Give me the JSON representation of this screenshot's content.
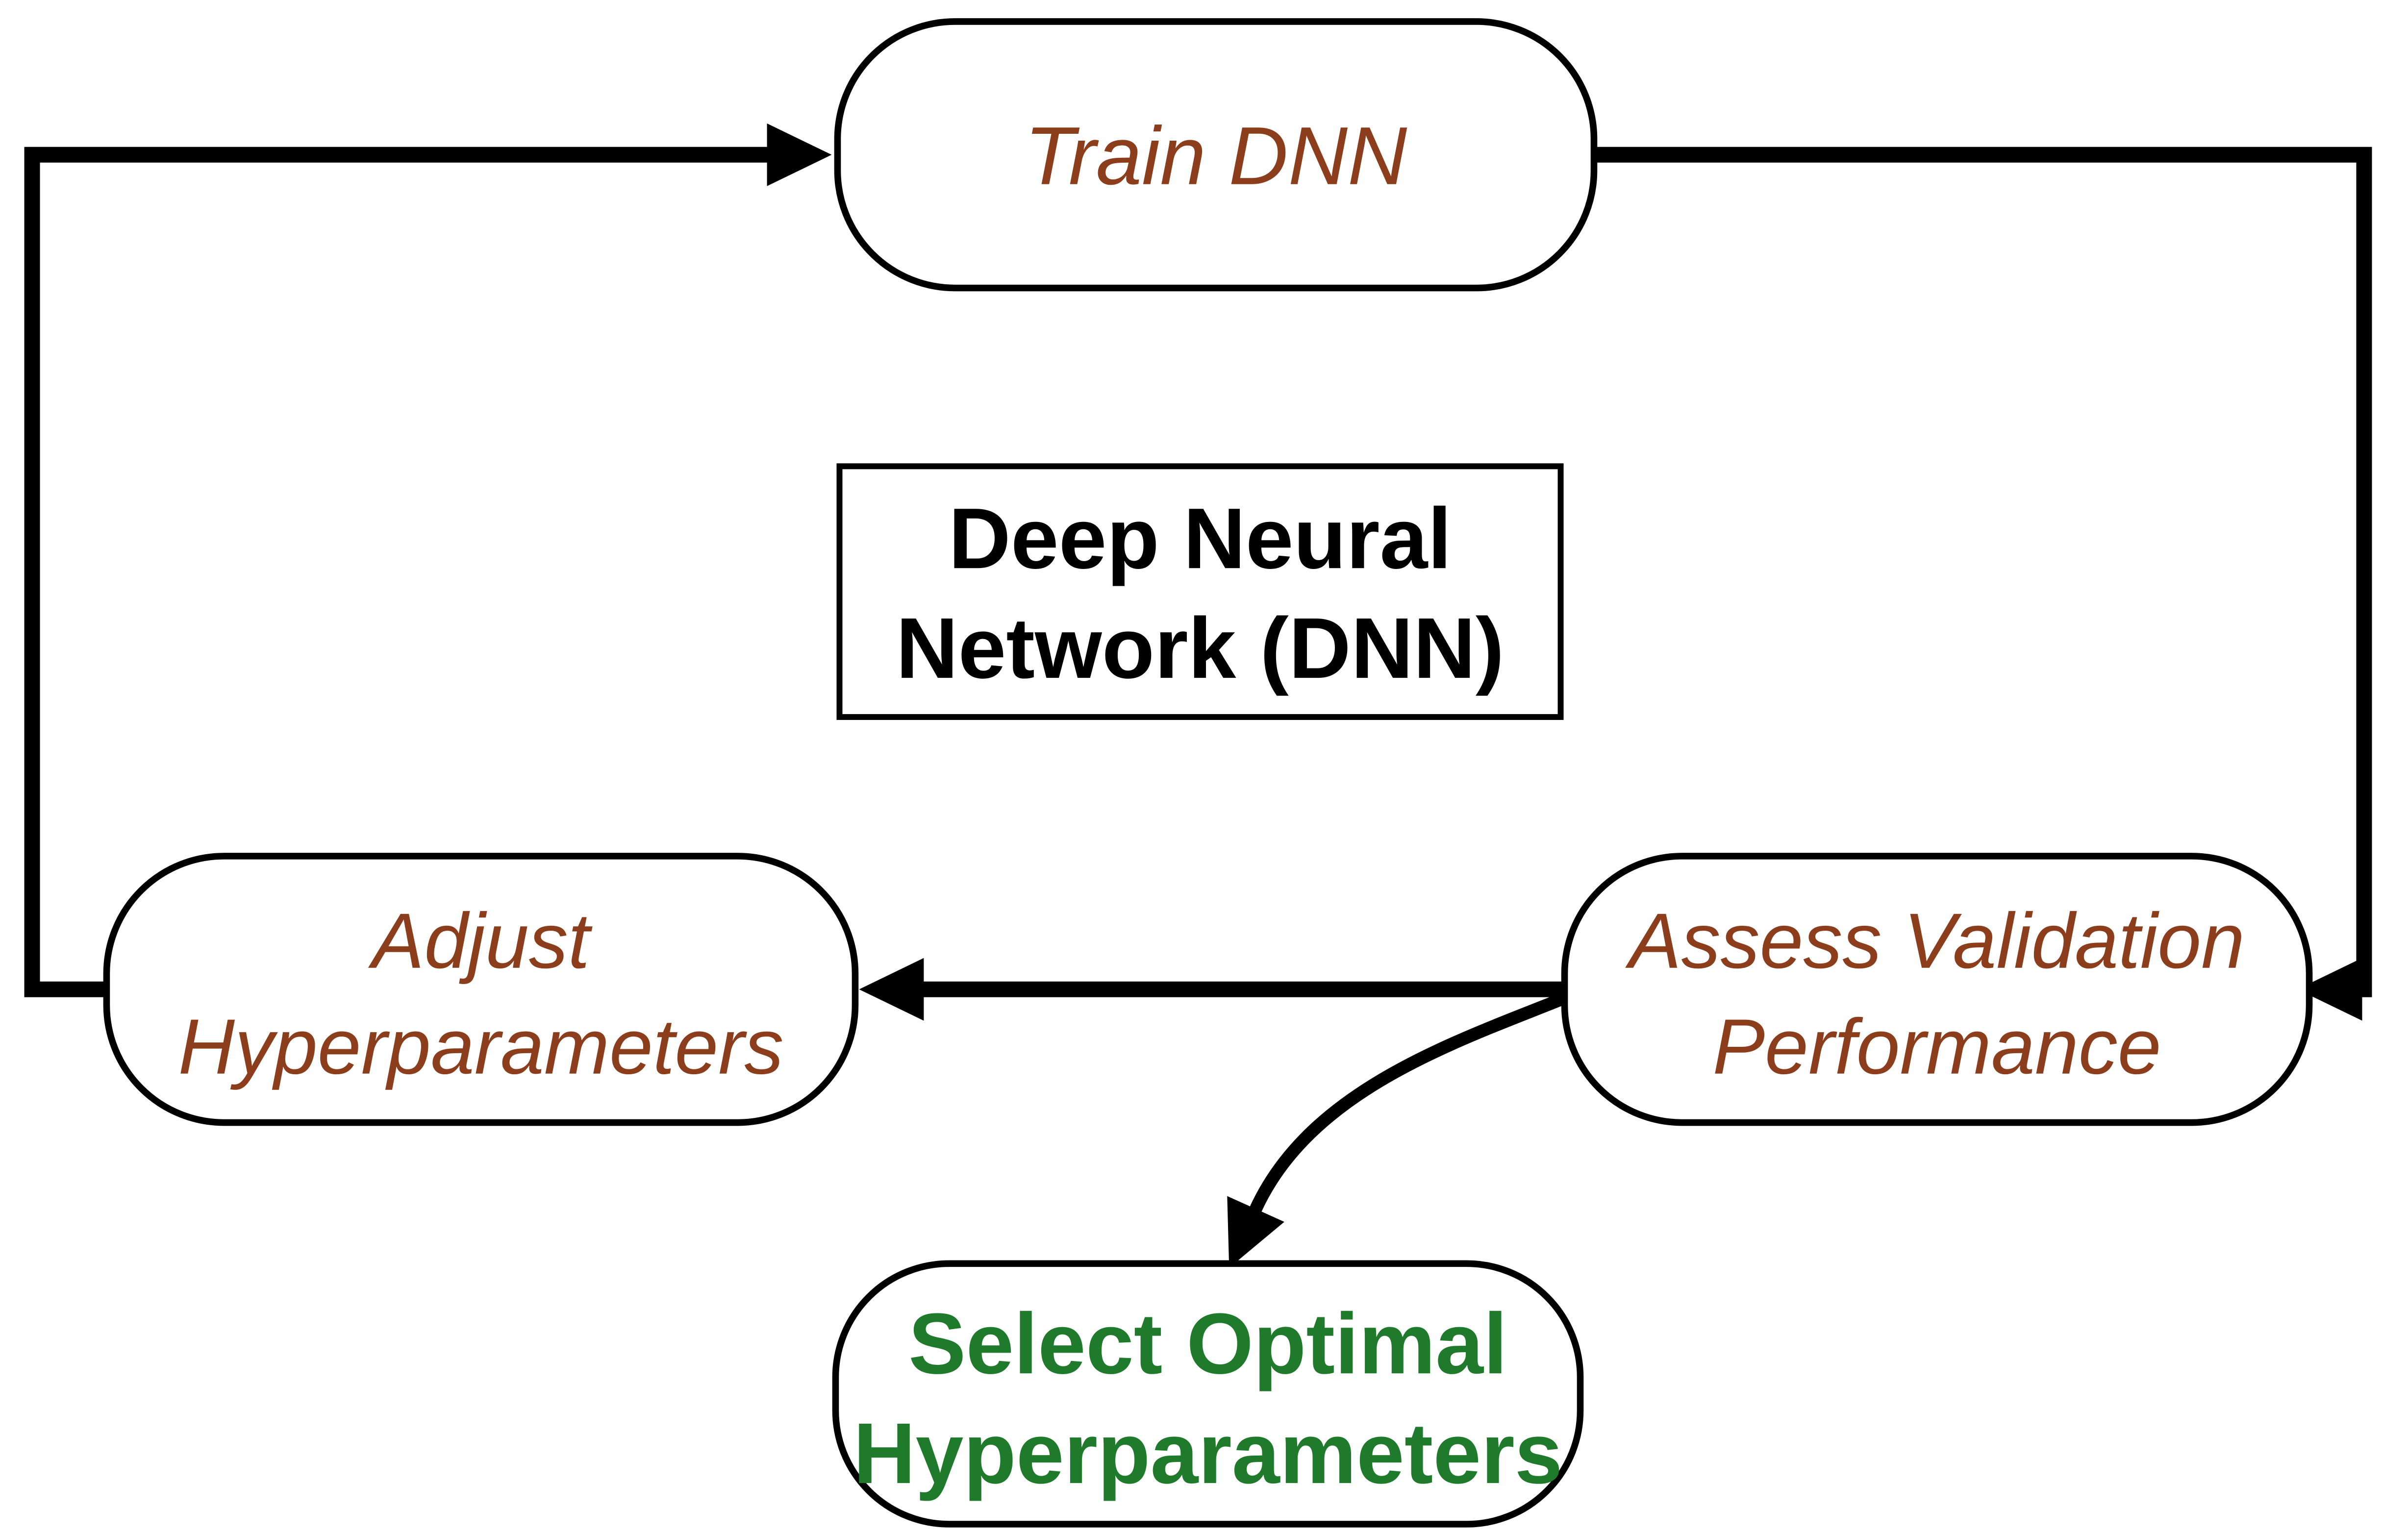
{
  "diagram": {
    "title": "DNN hyperparameter tuning loop flowchart",
    "background": "#ffffff",
    "colors": {
      "process_text": "#8C3E1C",
      "result_text": "#207A2C",
      "center_text": "#000000",
      "line": "#000000"
    },
    "nodes": {
      "train": {
        "label": "Train DNN",
        "shape": "rounded",
        "text_color": "#8C3E1C"
      },
      "dnn": {
        "line1": "Deep Neural",
        "line2": "Network (DNN)",
        "shape": "rectangle",
        "text_color": "#000000"
      },
      "adjust": {
        "line1": "Adjust",
        "line2": "Hyperparameters",
        "shape": "rounded",
        "text_color": "#8C3E1C"
      },
      "assess": {
        "line1": "Assess Validation",
        "line2": "Performance",
        "shape": "rounded",
        "text_color": "#8C3E1C"
      },
      "select": {
        "line1": "Select Optimal",
        "line2": "Hyperparameters",
        "shape": "rounded",
        "text_color": "#207A2C"
      }
    },
    "edges": [
      {
        "from": "adjust",
        "to": "train",
        "style": "orthogonal"
      },
      {
        "from": "train",
        "to": "assess",
        "style": "orthogonal"
      },
      {
        "from": "assess",
        "to": "adjust",
        "style": "straight"
      },
      {
        "from": "assess",
        "to": "select",
        "style": "curved"
      }
    ]
  }
}
